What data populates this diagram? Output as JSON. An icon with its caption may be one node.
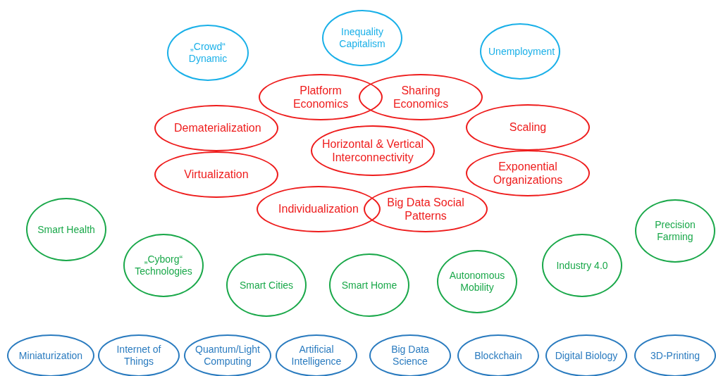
{
  "diagram": {
    "nodes": [
      {
        "text": [
          "„Crowd“ Dynamic"
        ]
      },
      {
        "text": [
          "Inequality Capitalism"
        ]
      },
      {
        "text": [
          "Unemployment"
        ]
      },
      {
        "text": [
          "Platform Economics"
        ]
      },
      {
        "text": [
          "Sharing Economics"
        ]
      },
      {
        "text": [
          "Dematerialization"
        ]
      },
      {
        "text": [
          "Scaling"
        ]
      },
      {
        "text": [
          "Horizontal & Vertical Interconnectivity"
        ]
      },
      {
        "text": [
          "Virtualization"
        ]
      },
      {
        "text": [
          "Exponential Organizations"
        ]
      },
      {
        "text": [
          "Individualization"
        ]
      },
      {
        "text": [
          "Big Data Social Patterns"
        ]
      },
      {
        "text": [
          "Smart Health"
        ]
      },
      {
        "text": [
          "„Cyborg“ Technologies"
        ]
      },
      {
        "text": [
          "Precision Farming"
        ]
      },
      {
        "text": [
          "Smart Cities"
        ]
      },
      {
        "text": [
          "Smart Home"
        ]
      },
      {
        "text": [
          "Autonomous Mobility"
        ]
      },
      {
        "text": [
          "Industry 4.0"
        ]
      },
      {
        "text": [
          "Miniaturization"
        ]
      },
      {
        "text": [
          "Internet of Things"
        ]
      },
      {
        "text": [
          "Quantum/Light Computing"
        ]
      },
      {
        "text": [
          "Artificial Intelligence"
        ]
      },
      {
        "text": [
          "Big Data Science"
        ]
      },
      {
        "text": [
          "Blockchain"
        ]
      },
      {
        "text": [
          "Digital Biology"
        ]
      },
      {
        "text": [
          "3D-Printing"
        ]
      }
    ]
  }
}
